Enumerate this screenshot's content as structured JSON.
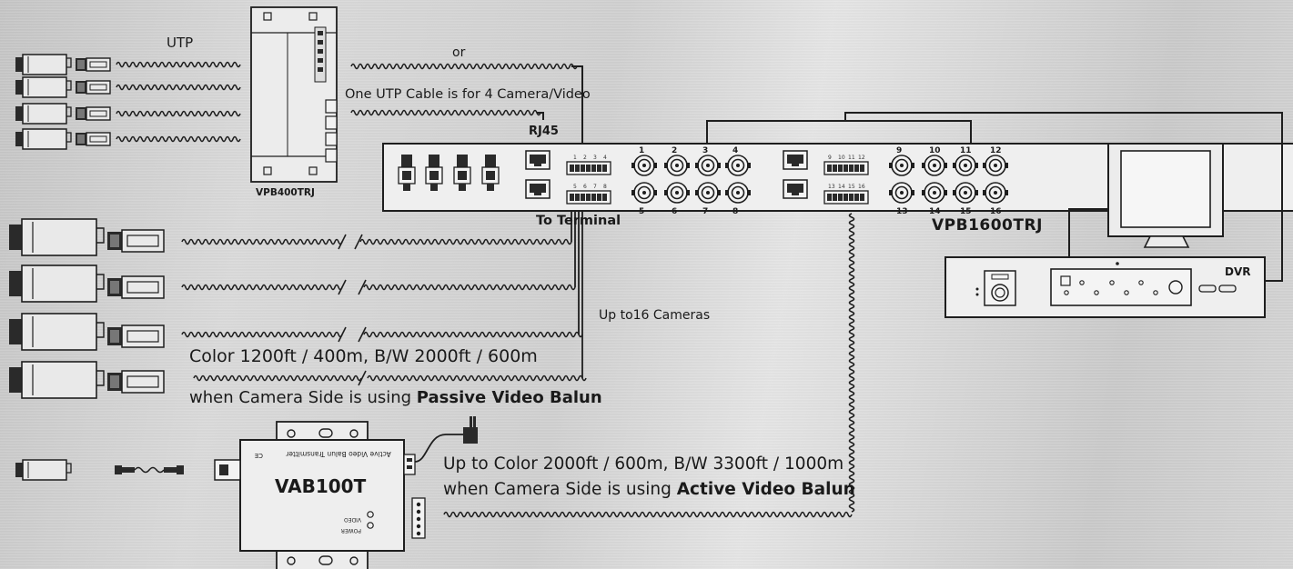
{
  "labels": {
    "utp": "UTP",
    "or": "or",
    "one_utp": "One UTP Cable is for 4 Camera/Video",
    "rj45": "RJ45",
    "vpb400": "VPB400TRJ",
    "to_terminal": "To Terminal",
    "vpb1600": "VPB1600TRJ",
    "dvr": "DVR",
    "up_to_16": "Up to16 Cameras",
    "passive_range": "Color 1200ft / 400m, B/W 2000ft / 600m",
    "passive_when": "when Camera Side is using ",
    "passive_balun": "Passive Video Balun",
    "vab100t": "VAB100T",
    "active_range": "Up to Color 2000ft / 600m,  B/W 3300ft / 1000m",
    "active_when": "when Camera Side is using ",
    "active_balun": "Active Video Balun",
    "vab_brand": "Active Video Balun Transmitter",
    "vab_video": "VIDEO",
    "vab_power": "POWER"
  },
  "colors": {
    "line": "#1e1e1e",
    "device_fill": "#ececec",
    "text": "#1a1a1a"
  },
  "vpb1600": {
    "port_numbers": [
      "1",
      "2",
      "3",
      "4",
      "5",
      "6",
      "7",
      "8",
      "9",
      "10",
      "11",
      "12",
      "13",
      "14",
      "15",
      "16"
    ],
    "terminal_numbers_top_left": [
      "1",
      "2",
      "3",
      "4"
    ],
    "terminal_numbers_bottom_left": [
      "5",
      "6",
      "7",
      "8"
    ],
    "terminal_numbers_top_right": [
      "9",
      "10",
      "11",
      "12"
    ],
    "terminal_numbers_bottom_right": [
      "13",
      "14",
      "15",
      "16"
    ]
  },
  "icons": [
    "camera-icon",
    "video-balun-icon",
    "bnc-connector-icon",
    "rj45-port-icon",
    "power-adapter-icon",
    "monitor-icon"
  ]
}
